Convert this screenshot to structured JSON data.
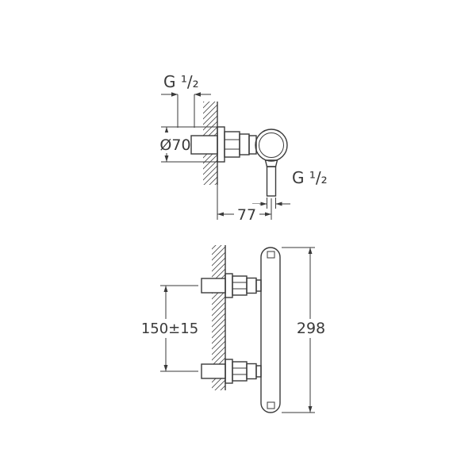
{
  "colors": {
    "background": "#ffffff",
    "line": "#3a3a3a",
    "text": "#3a3a3a"
  },
  "side_view": {
    "inlet_thread": "G ¹/₂",
    "flange_diameter": "Ø70",
    "outlet_thread": "G ¹/₂",
    "wall_distance": "77"
  },
  "front_view": {
    "connection_spacing": "150±15",
    "body_height": "298"
  }
}
